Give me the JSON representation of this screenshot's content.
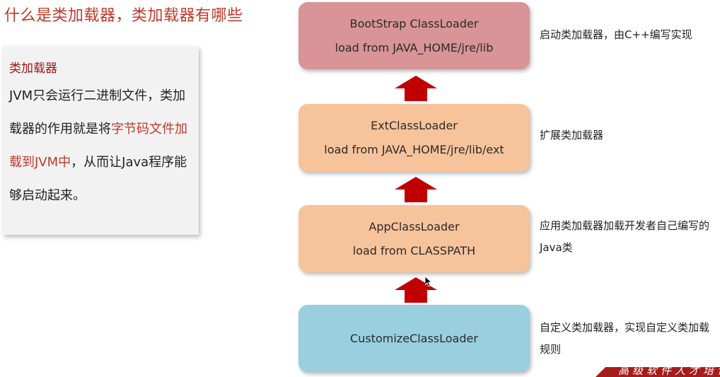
{
  "title": "什么是类加载器，类加载器有哪些",
  "note": {
    "heading": "类加载器",
    "body_part1": "JVM只会运行二进制文件，类加载器的作用就是将",
    "body_highlight": "字节码文件加载到JVM中",
    "body_part2": "，从而让Java程序能够启动起来。"
  },
  "loaders": [
    {
      "name": "BootStrap ClassLoader",
      "source": "load from JAVA_HOME/jre/lib",
      "description": "启动类加载器，由C++编写实现",
      "color": "#d89496"
    },
    {
      "name": "ExtClassLoader",
      "source": "load from JAVA_HOME/jre/lib/ext",
      "description": "扩展类加载器",
      "color": "#f7c39a"
    },
    {
      "name": "AppClassLoader",
      "source": "load from CLASSPATH",
      "description": "应用类加载器加载开发者自己编写的Java类",
      "color": "#f7c39a"
    },
    {
      "name": "CustomizeClassLoader",
      "source": "",
      "description": "自定义类加载器，实现自定义类加载规则",
      "color": "#99cfdf"
    }
  ],
  "banner": {
    "text": "高级软件人才培训"
  },
  "colors": {
    "title": "#c0392b",
    "heading": "#a31515",
    "arrow": "#c00000",
    "banner": "#a51c1c"
  },
  "icons": {
    "arrow": "up-arrow-icon",
    "cursor": "mouse-pointer-icon"
  }
}
